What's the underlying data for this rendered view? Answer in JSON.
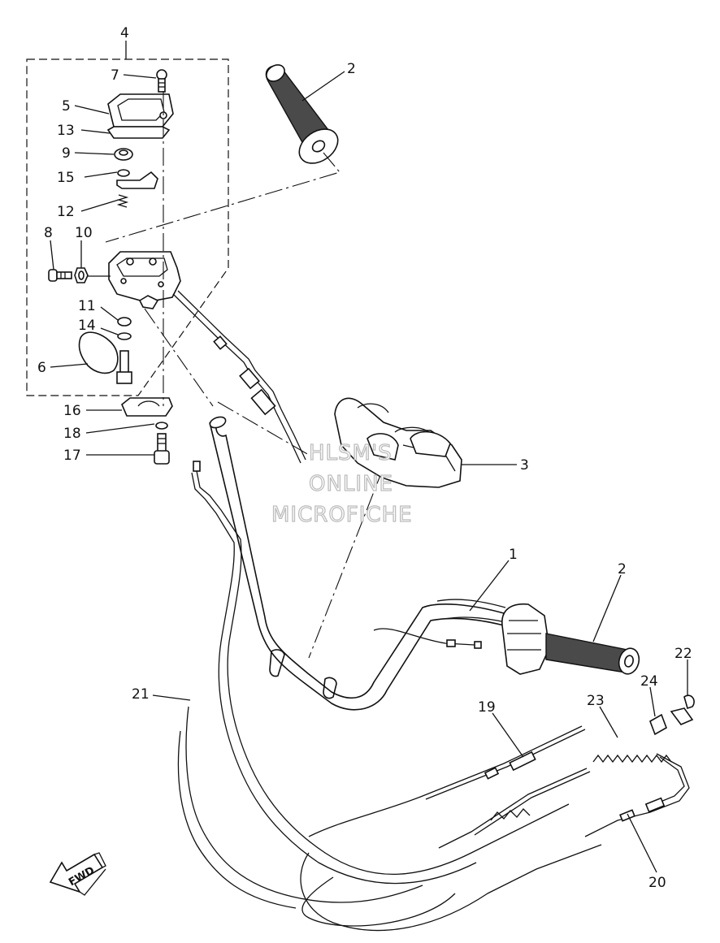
{
  "diagram": {
    "watermark": {
      "line1": "HLSM'S",
      "line2": "ONLINE",
      "line3": "MICROFICHE"
    },
    "direction_badge": {
      "text": "FWD"
    },
    "callouts": [
      {
        "id": "c1",
        "label": "1"
      },
      {
        "id": "c2a",
        "label": "2"
      },
      {
        "id": "c2b",
        "label": "2"
      },
      {
        "id": "c3",
        "label": "3"
      },
      {
        "id": "c4",
        "label": "4"
      },
      {
        "id": "c5",
        "label": "5"
      },
      {
        "id": "c6",
        "label": "6"
      },
      {
        "id": "c7",
        "label": "7"
      },
      {
        "id": "c8",
        "label": "8"
      },
      {
        "id": "c9",
        "label": "9"
      },
      {
        "id": "c10",
        "label": "10"
      },
      {
        "id": "c11",
        "label": "11"
      },
      {
        "id": "c12",
        "label": "12"
      },
      {
        "id": "c13",
        "label": "13"
      },
      {
        "id": "c14",
        "label": "14"
      },
      {
        "id": "c15",
        "label": "15"
      },
      {
        "id": "c16",
        "label": "16"
      },
      {
        "id": "c17",
        "label": "17"
      },
      {
        "id": "c18",
        "label": "18"
      },
      {
        "id": "c19",
        "label": "19"
      },
      {
        "id": "c20",
        "label": "20"
      },
      {
        "id": "c21",
        "label": "21"
      },
      {
        "id": "c22",
        "label": "22"
      },
      {
        "id": "c23",
        "label": "23"
      },
      {
        "id": "c24",
        "label": "24"
      }
    ]
  }
}
